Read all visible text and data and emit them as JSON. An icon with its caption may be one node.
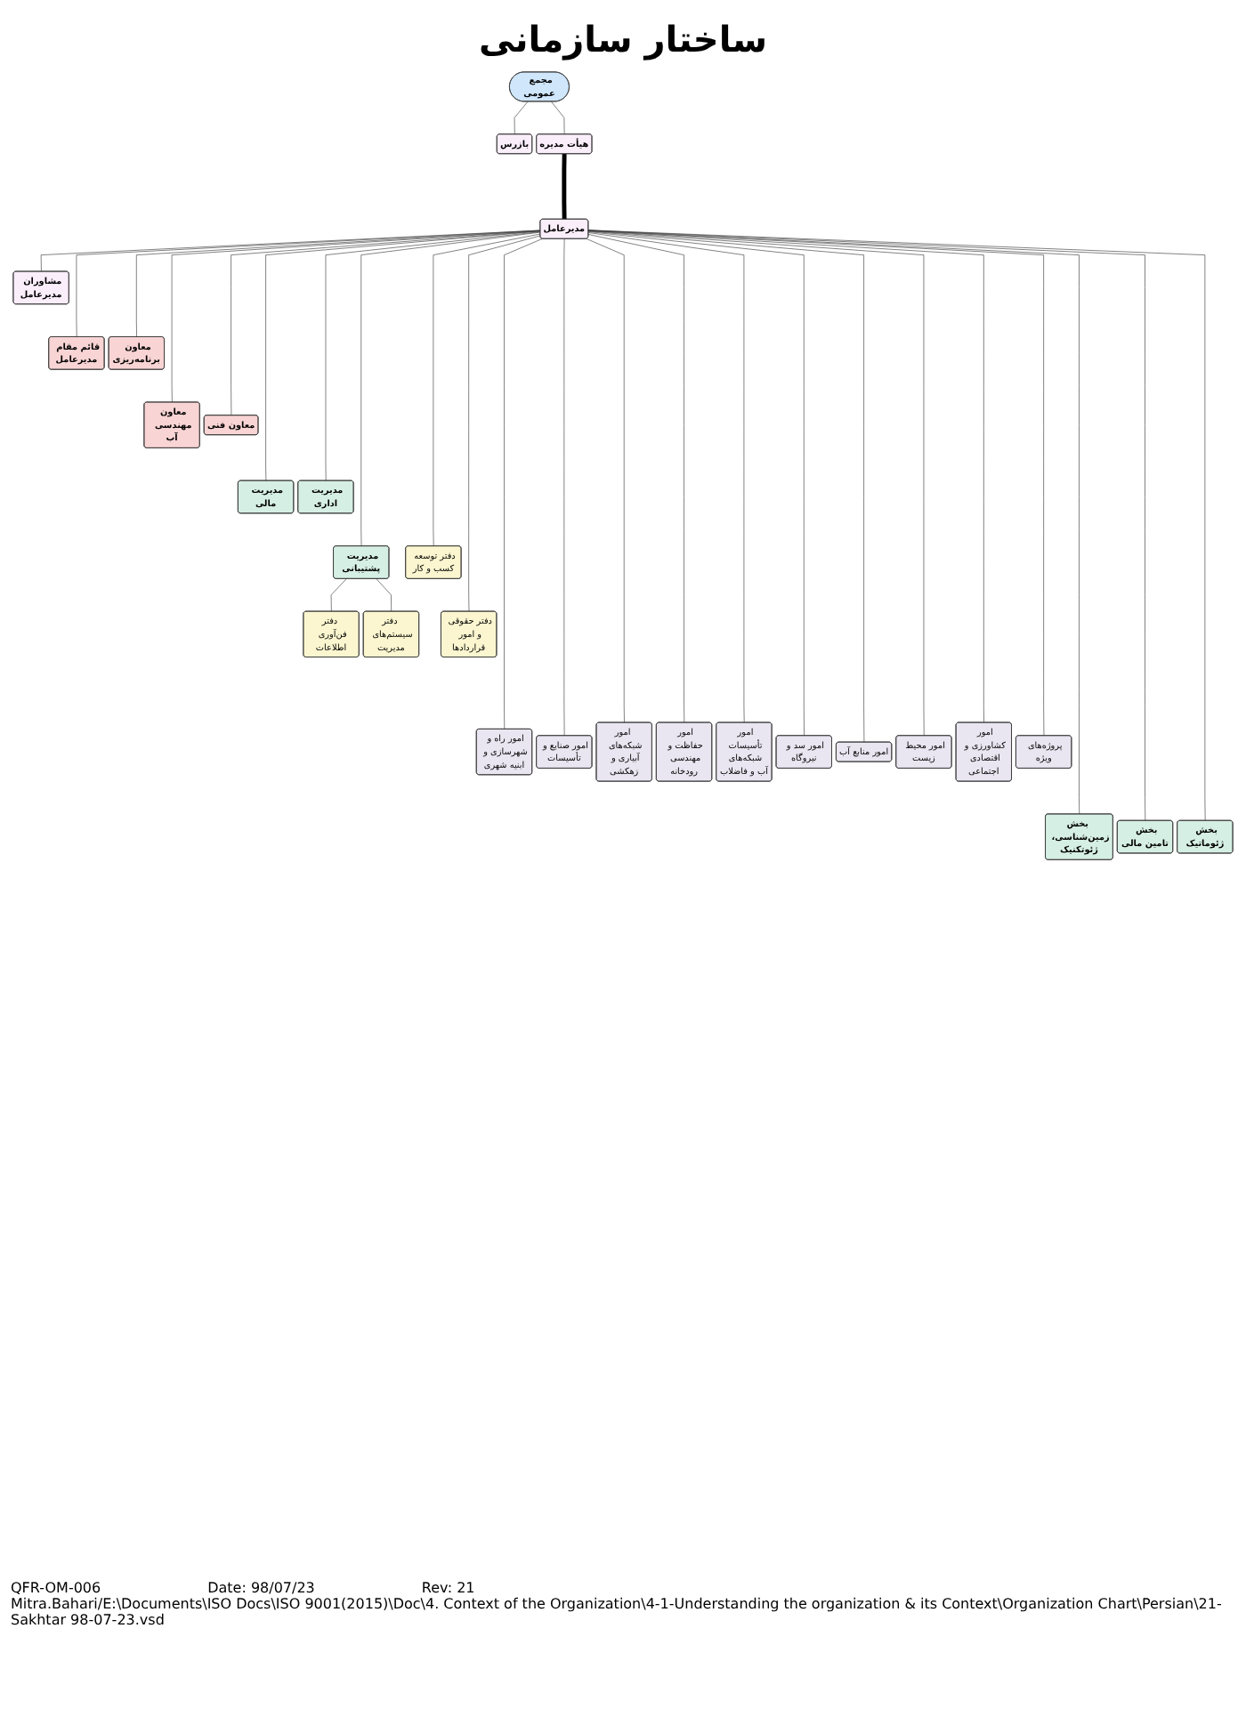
{
  "diagram": {
    "title": "ساختار سازمانی",
    "nodes": [
      {
        "text": [
          "مجمع عمومی"
        ]
      },
      {
        "text": [
          "بازرس"
        ]
      },
      {
        "text": [
          "هیأت مدیره"
        ]
      },
      {
        "text": [
          "مدیرعامل"
        ]
      },
      {
        "text": [
          "مشاوران مدیرعامل"
        ]
      },
      {
        "text": [
          "قائم مقام مدیرعامل"
        ]
      },
      {
        "text": [
          "معاون برنامه‌ریزی"
        ]
      },
      {
        "text": [
          "معاون مهندسی آب"
        ]
      },
      {
        "text": [
          "معاون فنی"
        ]
      },
      {
        "text": [
          "مدیریت مالی"
        ]
      },
      {
        "text": [
          "مدیریت اداری"
        ]
      },
      {
        "text": [
          "مدیریت پشتیبانی"
        ]
      },
      {
        "text": [
          "دفتر توسعه کسب و کار"
        ]
      },
      {
        "text": [
          "دفتر فن‌آوری اطلاعات"
        ]
      },
      {
        "text": [
          "دفتر سیستم‌های مدیریت"
        ]
      },
      {
        "text": [
          "دفتر حقوقی و امور قراردادها"
        ]
      },
      {
        "text": [
          "امور راه و شهرسازی و ابنیه شهری"
        ]
      },
      {
        "text": [
          "امور صنایع و تأسیسات"
        ]
      },
      {
        "text": [
          "امور شبکه‌های آبیاری و زهکشی"
        ]
      },
      {
        "text": [
          "امور حفاظت و مهندسی رودخانه"
        ]
      },
      {
        "text": [
          "امور تأسیسات شبکه‌های آب و فاضلاب"
        ]
      },
      {
        "text": [
          "امور سد و نیروگاه"
        ]
      },
      {
        "text": [
          "امور منابع آب"
        ]
      },
      {
        "text": [
          "امور محیط زیست"
        ]
      },
      {
        "text": [
          "امور کشاورزی و اقتصادی اجتماعی"
        ]
      },
      {
        "text": [
          "پروژه‌های ویژه"
        ]
      },
      {
        "text": [
          "بخش زمین‌شناسی، ژئوتکنیک"
        ]
      },
      {
        "text": [
          "بخش تامین مالی"
        ]
      },
      {
        "text": [
          "بخش ژئوماتیک"
        ]
      }
    ],
    "edges": [
      {
        "from": 0,
        "to": 1,
        "arrow": "none"
      },
      {
        "from": 0,
        "to": 2,
        "arrow": "none"
      },
      {
        "from": 2,
        "to": 3,
        "arrow": "none",
        "style": "thick"
      },
      {
        "from": 3,
        "to": 4,
        "arrow": "none"
      },
      {
        "from": 3,
        "to": 5,
        "arrow": "none"
      },
      {
        "from": 3,
        "to": 6,
        "arrow": "none"
      },
      {
        "from": 3,
        "to": 7,
        "arrow": "none"
      },
      {
        "from": 3,
        "to": 8,
        "arrow": "none"
      },
      {
        "from": 3,
        "to": 9,
        "arrow": "none"
      },
      {
        "from": 3,
        "to": 10,
        "arrow": "none"
      },
      {
        "from": 3,
        "to": 11,
        "arrow": "none"
      },
      {
        "from": 3,
        "to": 12,
        "arrow": "none"
      },
      {
        "from": 11,
        "to": 13,
        "arrow": "none"
      },
      {
        "from": 11,
        "to": 14,
        "arrow": "none"
      },
      {
        "from": 3,
        "to": 15,
        "arrow": "none"
      },
      {
        "from": 3,
        "to": 16,
        "arrow": "none"
      },
      {
        "from": 3,
        "to": 17,
        "arrow": "none"
      },
      {
        "from": 3,
        "to": 18,
        "arrow": "none"
      },
      {
        "from": 3,
        "to": 19,
        "arrow": "none"
      },
      {
        "from": 3,
        "to": 20,
        "arrow": "none"
      },
      {
        "from": 3,
        "to": 21,
        "arrow": "none"
      },
      {
        "from": 3,
        "to": 22,
        "arrow": "none"
      },
      {
        "from": 3,
        "to": 23,
        "arrow": "none"
      },
      {
        "from": 3,
        "to": 24,
        "arrow": "none"
      },
      {
        "from": 3,
        "to": 25,
        "arrow": "none"
      },
      {
        "from": 3,
        "to": 26,
        "arrow": "none"
      },
      {
        "from": 3,
        "to": 27,
        "arrow": "none"
      },
      {
        "from": 3,
        "to": 28,
        "arrow": "none"
      }
    ],
    "labels": [
      "QFR-OM-006",
      "Date: 98/07/23",
      "Rev: 21",
      "Mitra.Bahari/E:\\Documents\\ISO Docs\\ISO 9001(2015)\\Doc\\4. Context of the Organization\\4-1-Understanding the organization & its Context\\Organization Chart\\Persian\\21-Sakhtar 98-07-23.vsd"
    ]
  }
}
